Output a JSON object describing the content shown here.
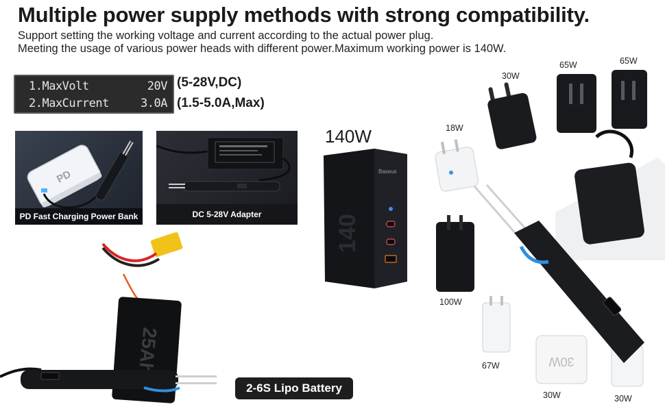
{
  "header": {
    "title": "Multiple power supply methods with strong compatibility.",
    "subtitle_1": "Support setting the working voltage and current according to the actual power plug.",
    "subtitle_2": "Meeting the usage of various power heads with different power.Maximum working power is 140W."
  },
  "lcd": {
    "row1_label": "1.MaxVolt",
    "row1_value": "20V",
    "row2_label": "2.MaxCurrent",
    "row2_value": "3.0A"
  },
  "ranges": {
    "voltage": "(5-28V,DC)",
    "current": "(1.5-5.0A,Max)"
  },
  "panels": {
    "power_bank_caption": "PD Fast Charging Power Bank",
    "power_bank_text": "PD",
    "adapter_caption": "DC 5-28V Adapter"
  },
  "chargers": {
    "main_label": "140W",
    "main_brand": "Baseus",
    "main_print": "140",
    "w18": "18W",
    "w30_top": "30W",
    "w65_a": "65W",
    "w65_b": "65W",
    "w100": "100W",
    "w67": "67W",
    "w30_bottom_a": "30W",
    "w30_bottom_b": "30W",
    "w30_print": "30W"
  },
  "battery": {
    "caption": "2-6S Lipo Battery",
    "pack_print": "25Ah"
  },
  "colors": {
    "accent_blue": "#2f8fe0",
    "device_black": "#1c1c1e",
    "connector_yellow": "#f0c21a"
  }
}
